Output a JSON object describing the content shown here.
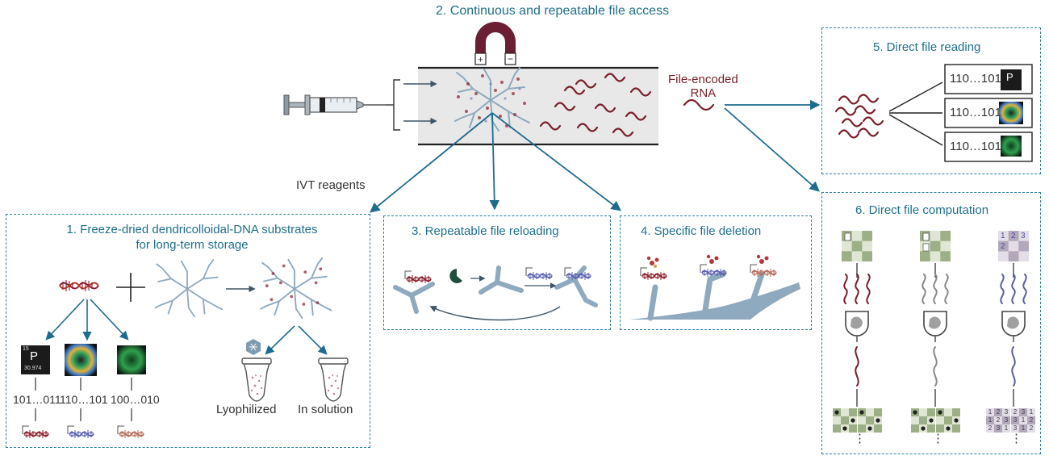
{
  "diagram": {
    "top_title": "2. Continuous and repeatable file access",
    "file_encoded_rna": "File-encoded\nRNA",
    "ivt_reagents": "IVT reagents",
    "panel1": {
      "title": "1. Freeze-dried dendricolloidal-DNA substrates\nfor long-term storage",
      "codes": [
        "101…011",
        "110…101",
        "100…010"
      ],
      "lyophilized": "Lyophilized",
      "in_solution": "In solution",
      "element_tile": {
        "number": "15",
        "symbol": "P",
        "mass": "30.974"
      }
    },
    "panel3": {
      "title": "3. Repeatable file reloading"
    },
    "panel4": {
      "title": "4. Specific file deletion"
    },
    "panel5": {
      "title": "5. Direct file reading",
      "codes": [
        "110…101",
        "110…101",
        "110…101"
      ]
    },
    "panel6": {
      "title": "6. Direct file computation",
      "sudoku_digits": [
        "1",
        "2",
        "3",
        "2"
      ],
      "result_digits": [
        "1",
        "2",
        "3",
        "1",
        "2",
        "3",
        "2",
        "3",
        "1",
        "2",
        "3",
        "1",
        "3",
        "1",
        "2",
        "3",
        "1",
        "2"
      ],
      "ellipsis": "⋮"
    }
  },
  "colors": {
    "teal": "#1f6f8b",
    "arrow": "#1d6b8f",
    "rna": "#7a1f2b",
    "substrate": "#8fa9be",
    "chess_light": "#dfe6d3",
    "chess_dark": "#9caf86",
    "sudoku_light": "#e2dde6",
    "sudoku_dark": "#b3a8ba"
  },
  "icons": [
    "syringe-icon",
    "magnet-icon",
    "dna-icon",
    "dendricolloid-icon",
    "tube-icon",
    "nuclease-icon",
    "logic-gate-icon",
    "chessboard-icon",
    "sudoku-icon"
  ]
}
